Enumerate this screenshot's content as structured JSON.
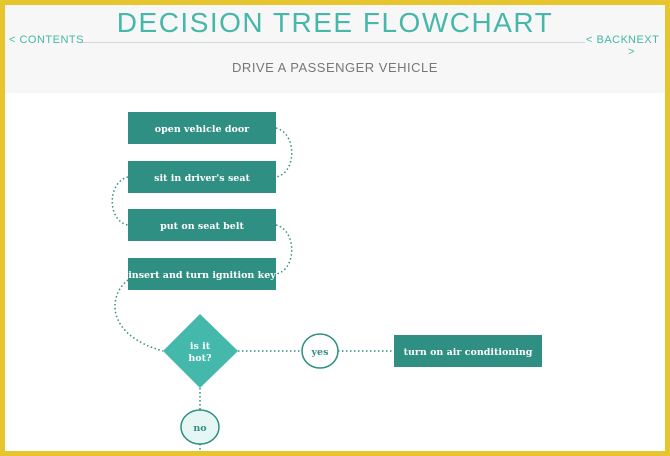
{
  "header": {
    "title": "DECISION TREE FLOWCHART",
    "contents_link": "< CONTENTS",
    "back_link": "< BACK",
    "next_link": "NEXT >",
    "subtitle": "DRIVE A PASSENGER VEHICLE"
  },
  "steps": [
    "open vehicle door",
    "sit in driver's seat",
    "put on seat belt",
    "insert and turn ignition key"
  ],
  "decision": {
    "line1": "is it",
    "line2": "hot?"
  },
  "yes_label": "yes",
  "no_label": "no",
  "action": "turn on air conditioning",
  "colors": {
    "border": "#e6c52f",
    "title": "#46b7a8",
    "box": "#2f8f82",
    "diamond": "#45b8ac",
    "circle_fill": "#e6f6f4"
  }
}
